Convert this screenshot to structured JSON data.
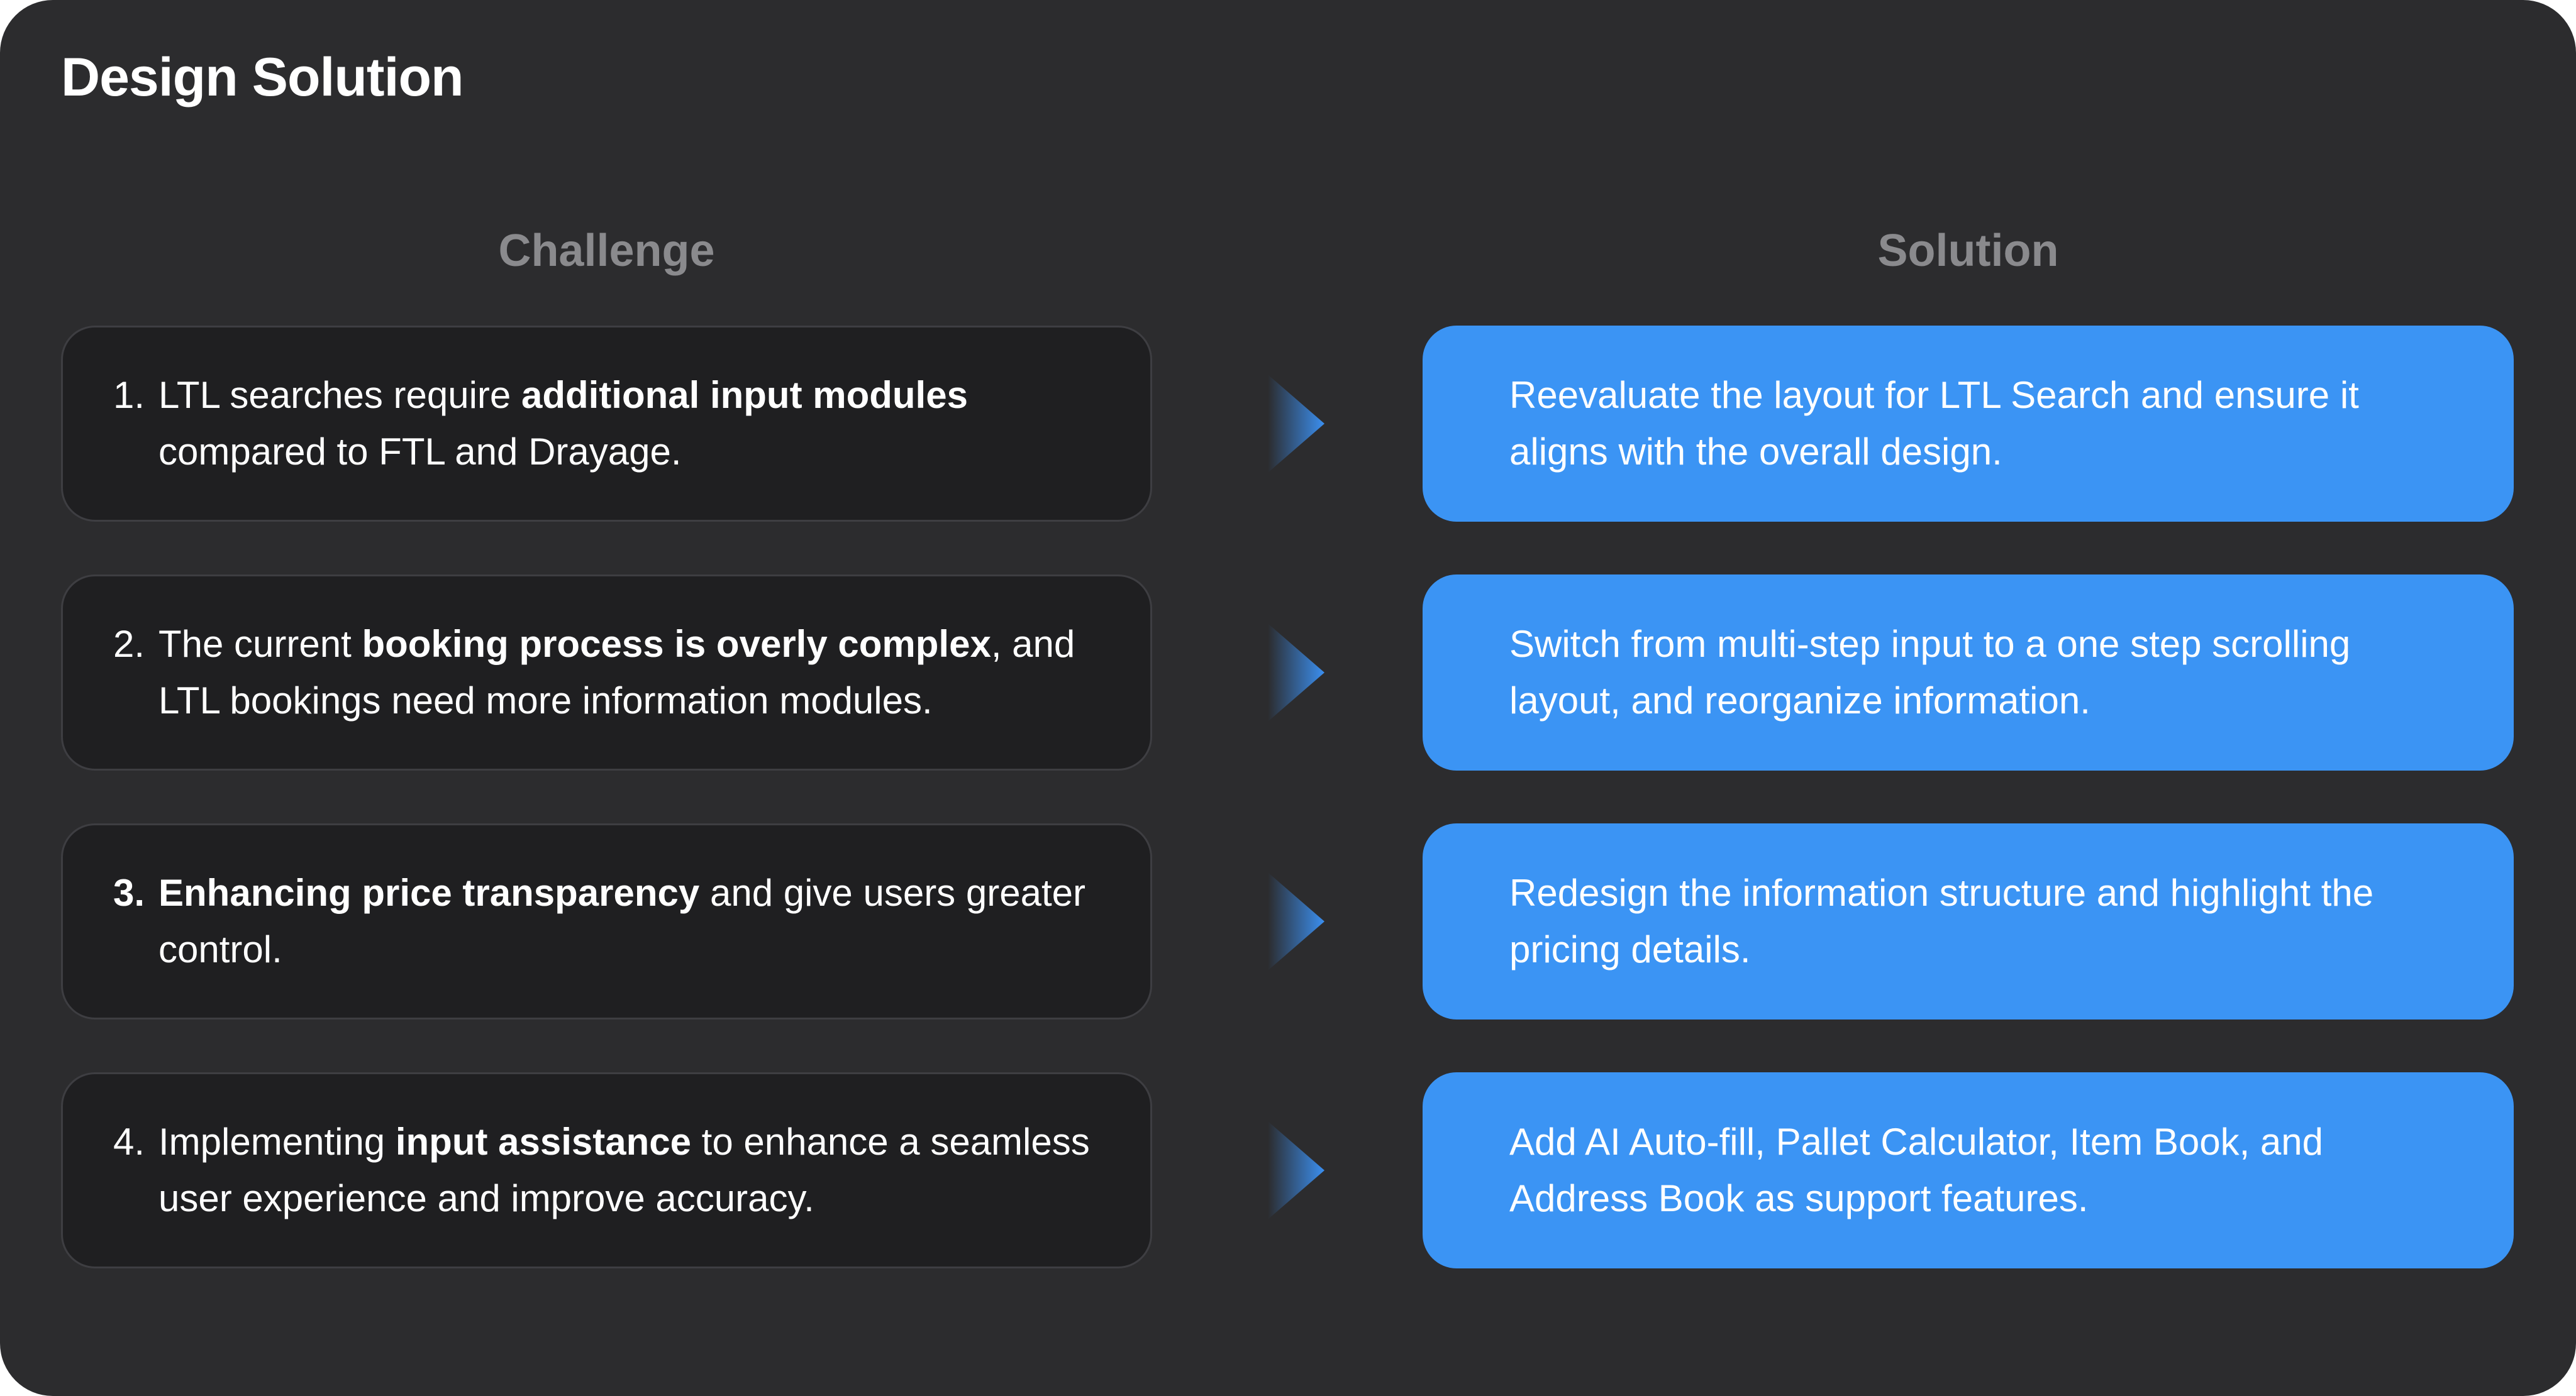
{
  "title": "Design Solution",
  "columns": {
    "challenge": "Challenge",
    "solution": "Solution"
  },
  "colors": {
    "background": "#2c2c2e",
    "challenge_card": "#1f1f21",
    "solution_card": "#3b94f4",
    "heading_gray": "#8a8a8d",
    "arrow_blue": "#3b94f4"
  },
  "icons": {
    "arrow": "chevron-right-icon"
  },
  "rows": [
    {
      "challenge": {
        "num": "1.",
        "pre": "LTL searches require ",
        "bold": "additional input modules",
        "post": " compared to FTL and Drayage."
      },
      "solution": "Reevaluate the layout for LTL Search and ensure it aligns with the overall design."
    },
    {
      "challenge": {
        "num": "2.",
        "pre": "The current ",
        "bold": "booking process is overly complex",
        "post": ", and LTL bookings need more information modules."
      },
      "solution": "Switch from multi-step input to a one step scrolling layout, and reorganize information."
    },
    {
      "challenge": {
        "num": "3.",
        "pre": "",
        "bold": "Enhancing price transparency",
        "post": " and give users greater control."
      },
      "solution": "Redesign the information structure and highlight the pricing details."
    },
    {
      "challenge": {
        "num": "4.",
        "pre": "Implementing ",
        "bold": "input assistance",
        "post": " to enhance a seamless user experience and improve accuracy."
      },
      "solution": "Add AI Auto-fill, Pallet Calculator, Item Book, and Address Book as support features."
    }
  ]
}
